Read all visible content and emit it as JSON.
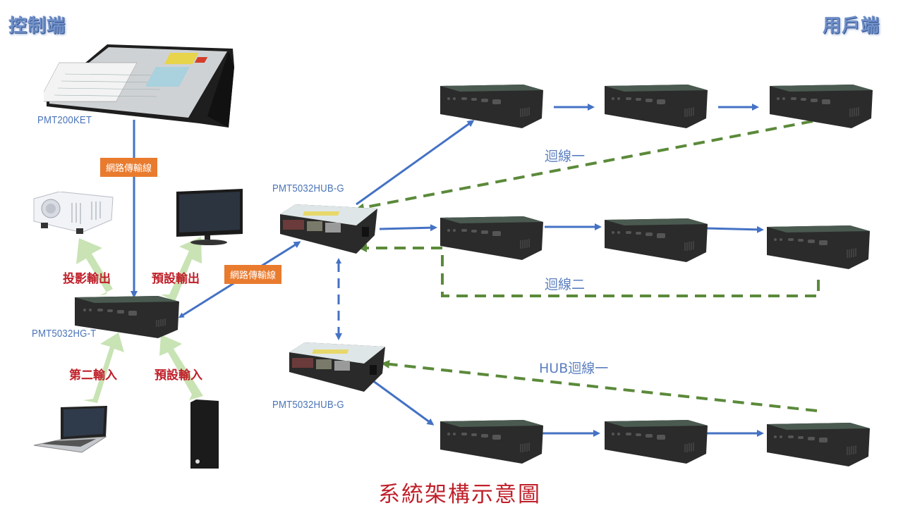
{
  "headers": {
    "control_side": "控制端",
    "user_side": "用戶端"
  },
  "devices": {
    "keyboard_model": "PMT200KET",
    "transmitter_model": "PMT5032HG-T",
    "hub_top_model": "PMT5032HUB-G",
    "hub_bottom_model": "PMT5032HUB-G"
  },
  "connection_labels": {
    "network_cable_1": "網路傳輸線",
    "network_cable_2": "網路傳輸線"
  },
  "io_labels": {
    "projector_output": "投影輸出",
    "default_output": "預設輸出",
    "second_input": "第二輸入",
    "default_input": "預設輸入"
  },
  "loop_labels": {
    "loop_1": "迴線一",
    "loop_2": "迴線二",
    "hub_loop_1": "HUB迴線一"
  },
  "caption": "系統架構示意圖",
  "colors": {
    "arrow_blue": "#4472c4",
    "loop_green": "#5b8a3a",
    "io_arrow_green": "#c6e2b0",
    "tag_orange": "#e97b2e",
    "label_red": "#c0202a",
    "model_blue": "#4a74b8"
  }
}
